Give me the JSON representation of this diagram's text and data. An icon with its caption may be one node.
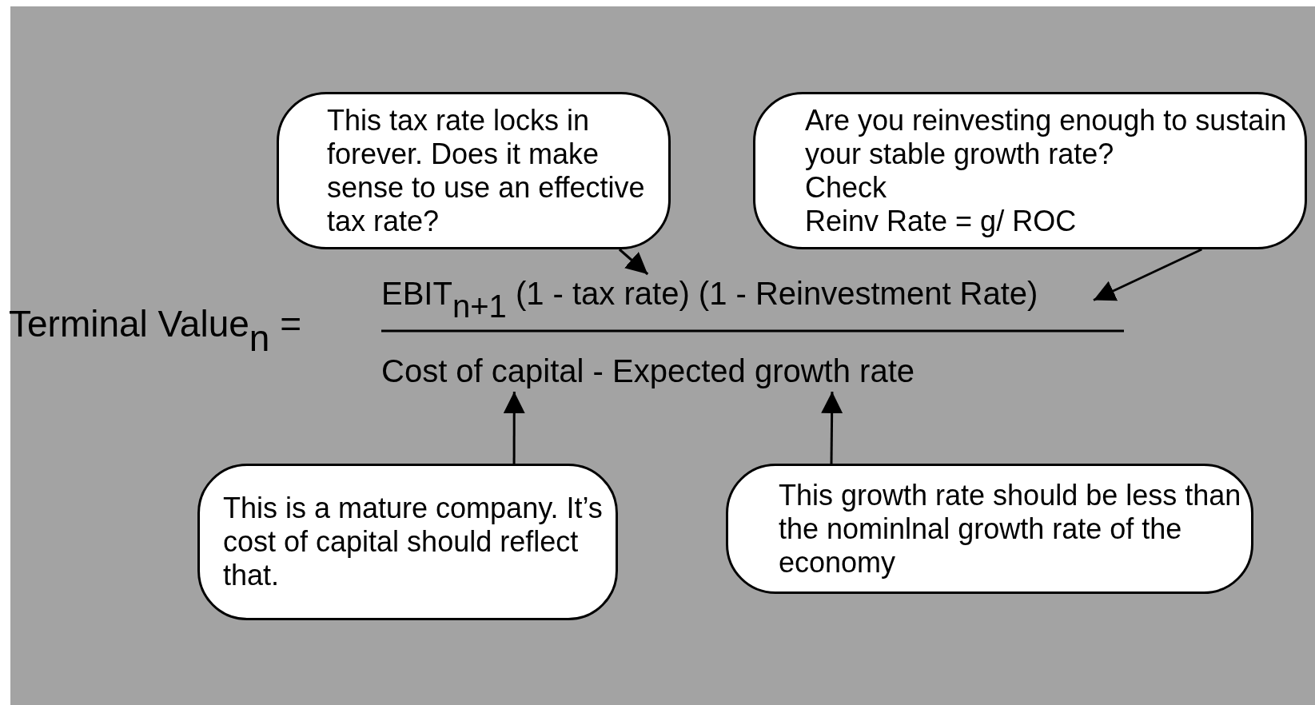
{
  "diagram": {
    "nodes": [
      {
        "text": [
          "This tax rate locks in forever. Does it make sense to use an effective tax rate?"
        ]
      },
      {
        "text": [
          "Are you reinvesting enough to sustain your stable growth rate?",
          "Check",
          "Reinv Rate = g/ ROC"
        ]
      },
      {
        "text": [
          "This is a mature company. It’s cost of capital should reflect that."
        ]
      },
      {
        "text": [
          "This growth rate should be less than the nominlnal growth rate of the economy"
        ]
      },
      {
        "text": [
          "EBIT$_{n+1}$ (1 - tax rate) (1 - Reinvestment Rate)"
        ]
      },
      {
        "text": [
          "Cost of capital - Expected growth rate"
        ]
      }
    ],
    "edges": [
      {
        "from": 0,
        "to": 4,
        "arrow": "to"
      },
      {
        "from": 1,
        "to": 4,
        "arrow": "to"
      },
      {
        "from": 2,
        "to": 5,
        "arrow": "to"
      },
      {
        "from": 3,
        "to": 5,
        "arrow": "to"
      }
    ],
    "labels": [
      "Terminal Value$_{n}$ ="
    ]
  }
}
